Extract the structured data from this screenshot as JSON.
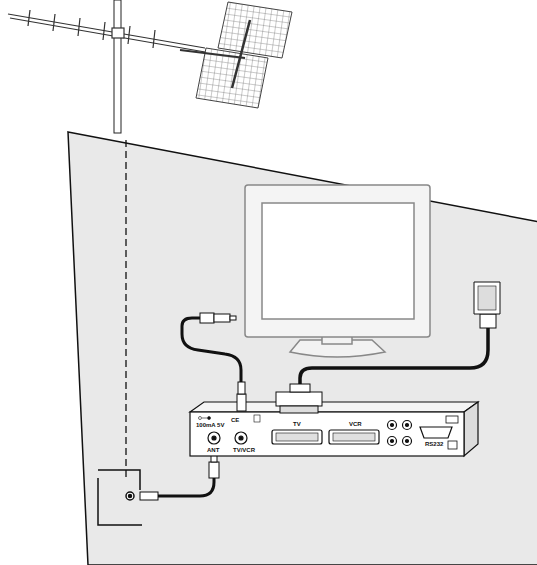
{
  "diagram": {
    "labels": [
      "100mA 5V",
      "CE",
      "TV",
      "VCR",
      "ANT",
      "TV/VCR",
      "RS232"
    ]
  }
}
